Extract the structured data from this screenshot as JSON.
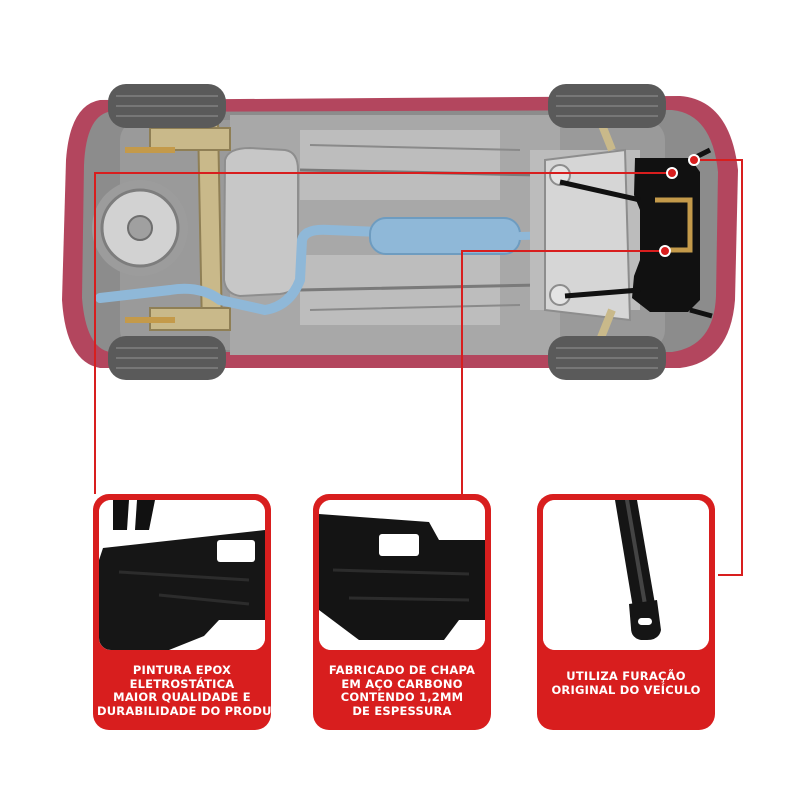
{
  "colors": {
    "accent_red": "#d81e1e",
    "car_body": "#b3465e",
    "exhaust_blue": "#8fb8d8",
    "chassis_grey": "#b9b9b9",
    "protector_black": "#111111"
  },
  "illustration": {
    "subject": "vehicle underside with engine protector highlighted"
  },
  "callouts": [
    {
      "lines": [
        "PINTURA EPOX",
        "ELETROSTÁTICA",
        "MAIOR QUALIDADE E",
        "DURABILIDADE DO PRODUTO"
      ],
      "photo": "protector-detail-left"
    },
    {
      "lines": [
        "FABRICADO DE CHAPA",
        "EM AÇO CARBONO",
        "CONTENDO 1,2MM",
        "DE ESPESSURA"
      ],
      "photo": "protector-detail-center"
    },
    {
      "lines": [
        "UTILIZA FURAÇÃO",
        "ORIGINAL DO VEÍCULO"
      ],
      "photo": "mounting-bar-detail"
    }
  ]
}
